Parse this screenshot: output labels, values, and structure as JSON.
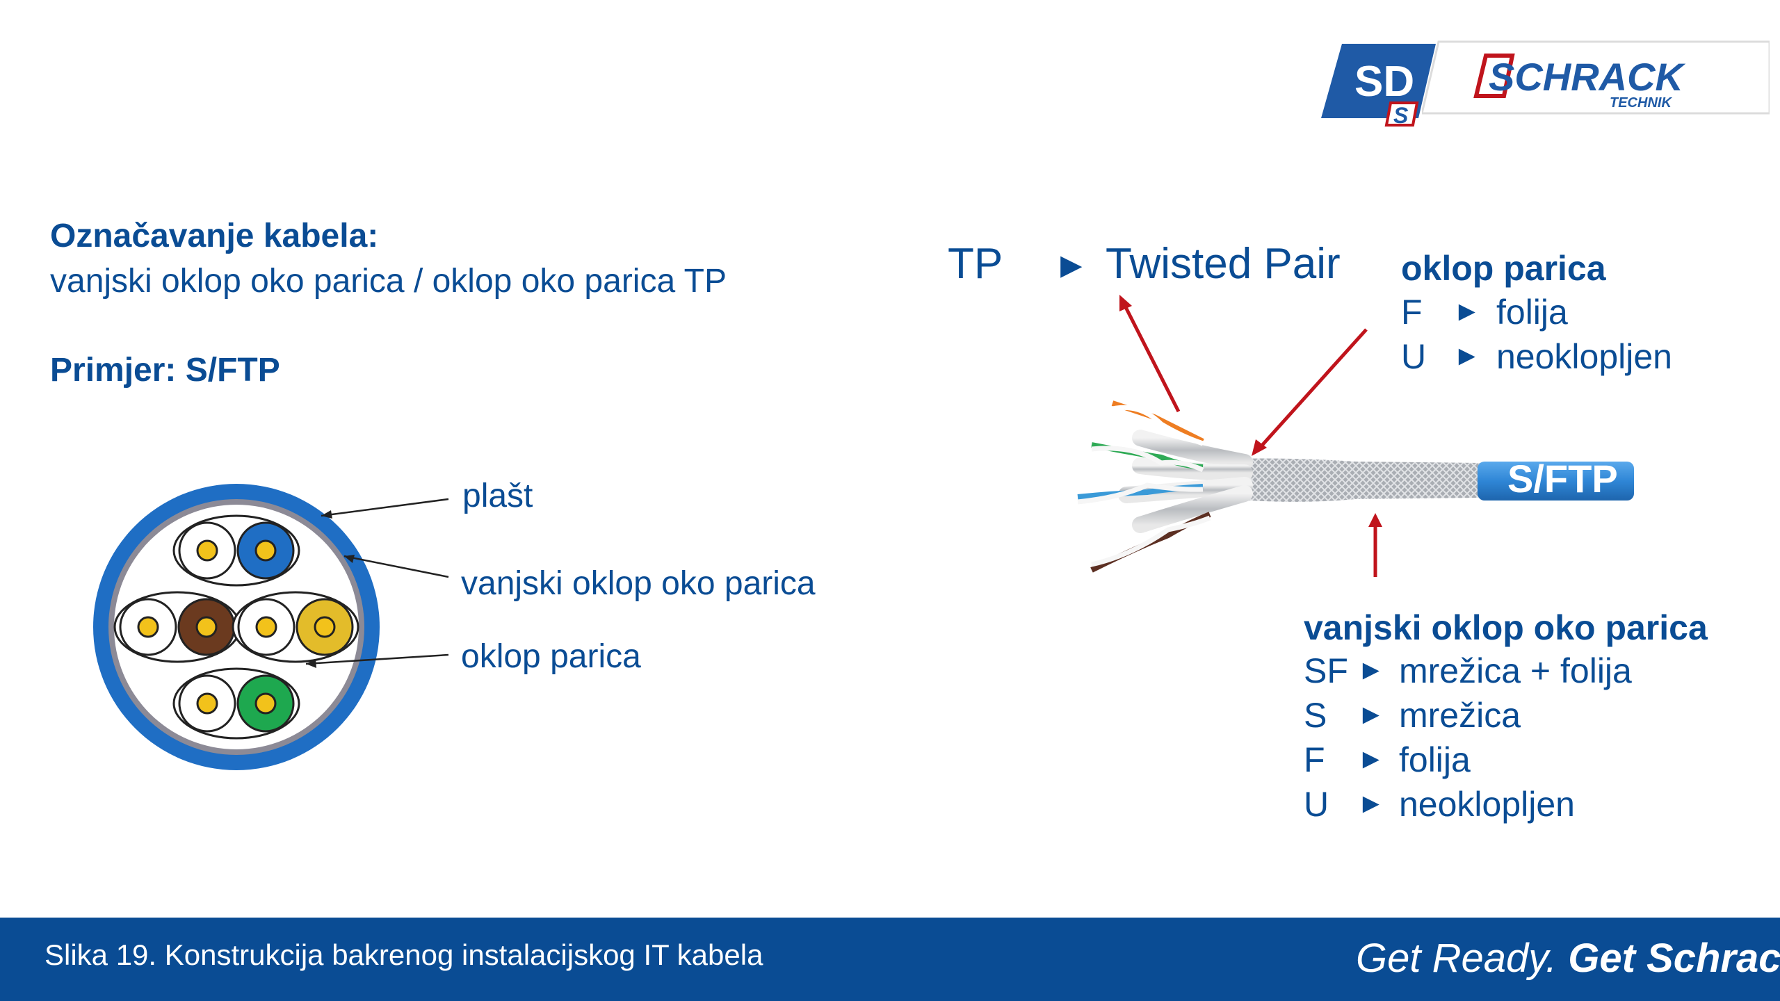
{
  "logos": {
    "sds_text": "SD",
    "sds_sub": "S",
    "brand": "SCHRACK",
    "brand_sub": "TECHNIK"
  },
  "left": {
    "heading": "Označavanje kabela:",
    "subheading": "vanjski oklop oko parica / oklop oko parica TP",
    "example": "Primjer: S/FTP"
  },
  "cross_section": {
    "label_sheath": "plašt",
    "label_outer_shield": "vanjski oklop oko parica",
    "label_pair_shield": "oklop parica"
  },
  "tp": {
    "abbr": "TP",
    "arrow": "►",
    "meaning": "Twisted Pair"
  },
  "pair_shield_legend": {
    "title": "oklop parica",
    "rows": [
      {
        "code": "F",
        "arrow": "►",
        "meaning": "folija"
      },
      {
        "code": "U",
        "arrow": "►",
        "meaning": "neoklopljen"
      }
    ]
  },
  "cable_tag": "S/FTP",
  "outer_shield_legend": {
    "title": "vanjski oklop oko parica",
    "rows": [
      {
        "code": "SF",
        "arrow": "►",
        "meaning": "mrežica + folija"
      },
      {
        "code": "S",
        "arrow": "►",
        "meaning": "mrežica"
      },
      {
        "code": "F",
        "arrow": "►",
        "meaning": "folija"
      },
      {
        "code": "U",
        "arrow": "►",
        "meaning": "neoklopljen"
      }
    ]
  },
  "footer": {
    "caption": "Slika 19. Konstrukcija bakrenog instalacijskog IT kabela",
    "slogan_part1": "Get Ready.",
    "slogan_part2": "Get Schrack."
  },
  "colors": {
    "brand_blue": "#0a4c94",
    "arrow_red": "#c0141c",
    "cable_blue": "#3a8fd9"
  }
}
